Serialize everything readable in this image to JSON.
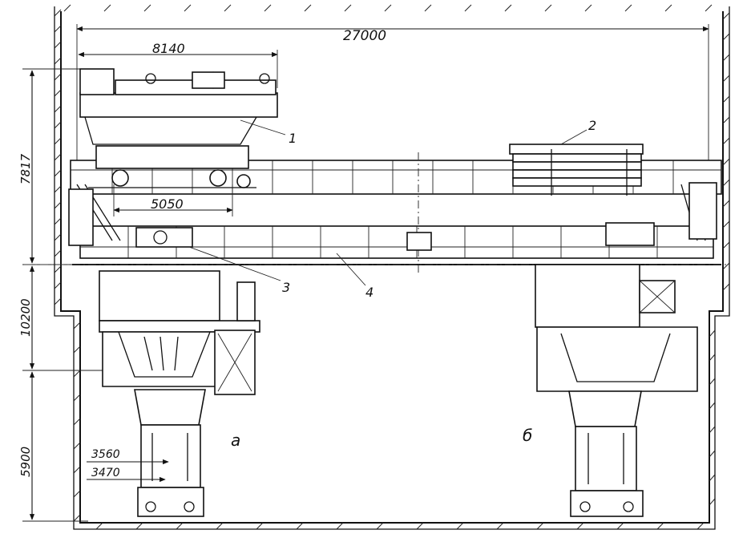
{
  "figure": {
    "dimensions": {
      "span": "27000",
      "trolley_length": "8140",
      "trolley_base": "5050",
      "height_upper": "7817",
      "height_middle": "10200",
      "height_lower": "5900",
      "offset_a": "3560",
      "offset_b": "3470"
    },
    "callouts": {
      "c1": "1",
      "c2": "2",
      "c3": "3",
      "c4": "4"
    },
    "views": {
      "left": "а",
      "right": "б"
    }
  }
}
